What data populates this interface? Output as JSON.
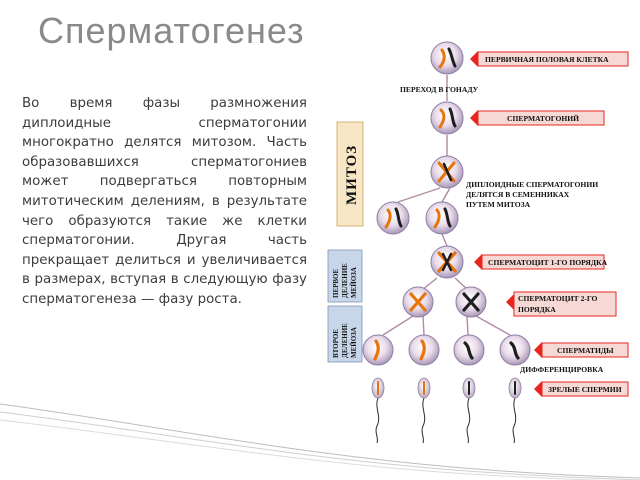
{
  "slide": {
    "title": "Сперматогенез",
    "body": "Во время фазы размножения диплоидные сперматогонии многократно делятся митозом. Часть образовавшихся сперматогониев может подвергаться повторным митотическим делениям, в результате чего образуются такие же клетки сперматогонии. Другая часть прекращает делиться и увеличивается в размерах, вступая в следующую фазу сперматогенеза — фазу роста."
  },
  "diagram": {
    "labels": {
      "primary_germ_cell": "ПЕРВИЧНАЯ ПОЛОВАЯ КЛЕТКА",
      "transition": "ПЕРЕХОД В ГОНАДУ",
      "spermatogonium": "СПЕРМАТОГОНИЙ",
      "diploid_line1": "ДИПЛОИДНЫЕ СПЕРМАТОГОНИИ",
      "diploid_line2": "ДЕЛЯТСЯ В СЕМЕННИКАХ",
      "diploid_line3": "ПУТЕМ МИТОЗА",
      "mitosis": "МИТОЗ",
      "spermatocyte1": "СПЕРМАТОЦИТ 1-ГО ПОРЯДКА",
      "spermatocyte2_line1": "СПЕРМАТОЦИТ 2-ГО",
      "spermatocyte2_line2": "ПОРЯДКА",
      "spermatids": "СПЕРМАТИДЫ",
      "differentiation": "ДИФФЕРЕНЦИРОВКА",
      "mature_sperm": "ЗРЕЛЫЕ СПЕРМИИ",
      "meiosis1_line1": "ПЕРВОЕ",
      "meiosis1_line2": "ДЕЛЕНИЕ",
      "meiosis1_line3": "МЕЙОЗА",
      "meiosis2_line1": "ВТОРОЕ",
      "meiosis2_line2": "ДЕЛЕНИЕ",
      "meiosis2_line3": "МЕЙОЗА"
    },
    "colors": {
      "cell_fill": "#e9dde8",
      "cell_stroke": "#8f7ea3",
      "chromosome_orange": "#e8740c",
      "chromosome_dark": "#1e1e1e",
      "arrow_red": "#e8261f",
      "label_box": "#f6d9d4",
      "mitosis_bar": "#f7e7c7",
      "meiosis_bar": "#c8d6ea",
      "connector": "#b18aa4"
    }
  }
}
